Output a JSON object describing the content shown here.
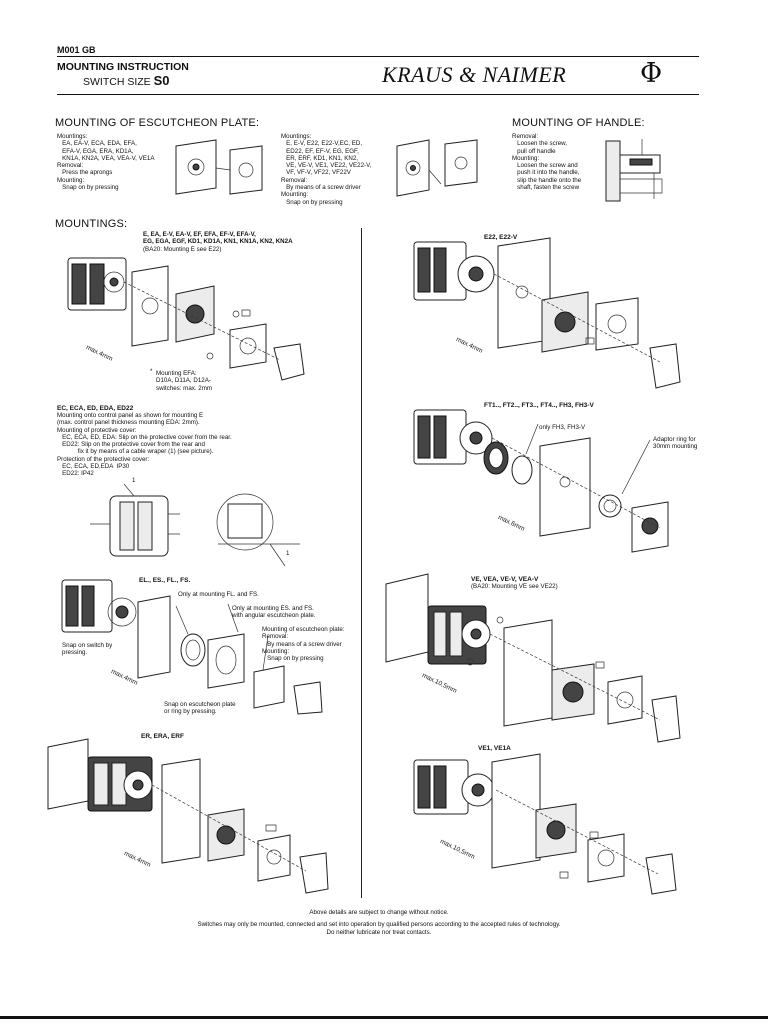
{
  "header": {
    "doc_code": "M001 GB",
    "title_line1": "MOUNTING INSTRUCTION",
    "title_line2_prefix": "SWITCH SIZE",
    "title_line2_size": "S0",
    "brand": "KRAUS & NAIMER",
    "brand_symbol": "Φ"
  },
  "escutcheon": {
    "heading": "MOUNTING OF ESCUTCHEON PLATE:",
    "left_text": "Mountings:\n   EA, EA-V, ECA, EDA, EFA,\n   EFA-V, EGA, ERA, KD1A,\n   KN1A, KN2A, VEA, VEA-V, VE1A\nRemoval:\n   Press the aprongs\nMounting:\n   Snap on by pressing",
    "right_text": "Mountings:\n   E, E-V, E22, E22-V,EC, ED,\n   ED22, EF, EF-V, EG, EGF,\n   ER, ERF, KD1, KN1, KN2,\n   VE, VE-V, VE1, VE22, VE22-V,\n   VF, VF-V, VF22, VF22V\nRemoval:\n   By means of a screw driver\nMounting:\n   Snap on by pressing"
  },
  "handle": {
    "heading": "MOUNTING OF HANDLE:",
    "text": "Removal:\n   Loosen the screw,\n   pull off handle\nMounting:\n   Loosen the screw and\n   push it into the handle,\n   slip the handle onto the\n   shaft, fasten the screw"
  },
  "mountings": {
    "heading": "MOUNTINGS:",
    "block_e_title": "E, EA, E-V, EA-V, EF, EFA, EF-V, EFA-V,\nEG, EGA, EGF, KD1, KD1A, KN1, KN1A, KN2, KN2A",
    "block_e_note": "(BA20: Mounting E see E22)",
    "block_e_max": "max.4mm",
    "block_e_efa": "Mounting EFA:\nD10A, D11A, D12A-\nswitches: max. 2mm",
    "block_e_efa_mark": "*",
    "block_ec_title": "EC, ECA, ED, EDA, ED22",
    "block_ec_text": "Mounting onto control panel as shown for mounting E\n(max. control panel thickness mounting EDA: 2mm).\nMounting of protective cover:\n   EC, ECA, ED, EDA: Slip on the protective cover from the rear.\n   ED22: Slip on the protective cover from the rear and\n            fix it by means of a cable wraper (1) (see picture).\nProtection of the protective cover:\n   EC, ECA, ED,EDA  IP30\n   ED22: IP42",
    "block_ec_mark": "1",
    "block_el_title": "EL., ES., FL., FS.",
    "block_el_only_fl": "Only at mounting FL. and FS.",
    "block_el_only_es": "Only at mounting ES. and FS.\nwith angular escutcheon plate.",
    "block_el_escut": "Mounting of escutcheon plate:\nRemoval:\n   By means of a screw driver\nMounting:\n   Snap on by pressing",
    "block_el_snap_switch": "Snap on switch by\npressing.",
    "block_el_max": "max.4mm",
    "block_el_snap_plate": "Snap on escutcheon plate\nor ring by pressing.",
    "block_er_title": "ER, ERA, ERF",
    "block_er_max": "max.4mm",
    "block_e22_title": "E22, E22-V",
    "block_e22_max": "max.4mm",
    "block_ft_title": "FT1.., FT2.., FT3.., FT4.., FH3, FH3-V",
    "block_ft_only": "only FH3, FH3-V",
    "block_ft_adaptor": "Adaptor ring for\n30mm mounting",
    "block_ft_max": "max.6mm",
    "block_ve_title": "VE, VEA, VE-V, VEA-V",
    "block_ve_note": "(BA20: Mounting VE see VE22)",
    "block_ve_max": "max.10,5mm",
    "block_ve1_title": "VE1, VE1A",
    "block_ve1_max": "max.10,5mm"
  },
  "footer": {
    "line1": "Above details are subject to change without notice.",
    "line2": "Switches may only be mounted, connected and set into operation by qualified persons according to the accepted rules of technology.",
    "line3": "Do neither lubricate nor treat contacts."
  }
}
